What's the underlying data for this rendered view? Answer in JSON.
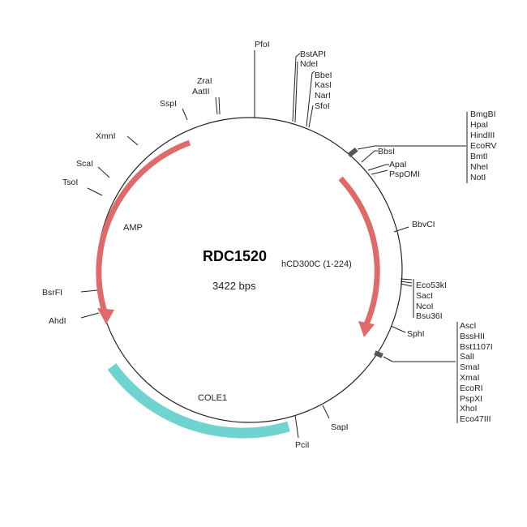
{
  "plasmid": {
    "name": "RDC1520",
    "insert": "hCD300C (1-224)",
    "size_text": "3422 bps"
  },
  "colors": {
    "backbone": "#222222",
    "amp_arrow": "#e06a6a",
    "insert_arrow": "#e06a6a",
    "cole1": "#6fd3cf"
  },
  "features": [
    {
      "name": "AMP",
      "label": "AMP"
    },
    {
      "name": "insert",
      "label": ""
    },
    {
      "name": "COLE1",
      "label": "COLE1"
    }
  ],
  "sites": {
    "pfoi": [
      "PfoI"
    ],
    "bstapi": [
      "BstAPI",
      "NdeI"
    ],
    "bbei": [
      "BbeI",
      "KasI",
      "NarI",
      "SfoI"
    ],
    "bmgbi": [
      "BmgBI",
      "HpaI",
      "HindIII",
      "EcoRV",
      "BmtI",
      "NheI",
      "NotI"
    ],
    "bbsi": [
      "BbsI"
    ],
    "apai": [
      "ApaI",
      "PspOMI"
    ],
    "bbvci": [
      "BbvCI"
    ],
    "eco53ki": [
      "Eco53kI",
      "SacI",
      "NcoI",
      "Bsu36I"
    ],
    "sphi": [
      "SphI"
    ],
    "asci": [
      "AscI",
      "BssHII",
      "Bst1107I",
      "SalI",
      "SmaI",
      "XmaI",
      "EcoRI",
      "PspXI",
      "XhoI",
      "Eco47III"
    ],
    "sapi": [
      "SapI"
    ],
    "pcii": [
      "PciI"
    ],
    "ahdi": [
      "AhdI"
    ],
    "bsrfi": [
      "BsrFI"
    ],
    "tsoi": [
      "TsoI"
    ],
    "scai": [
      "ScaI"
    ],
    "xmni": [
      "XmnI"
    ],
    "sspi": [
      "SspI"
    ],
    "zrai": [
      "ZraI",
      "AatII"
    ]
  }
}
